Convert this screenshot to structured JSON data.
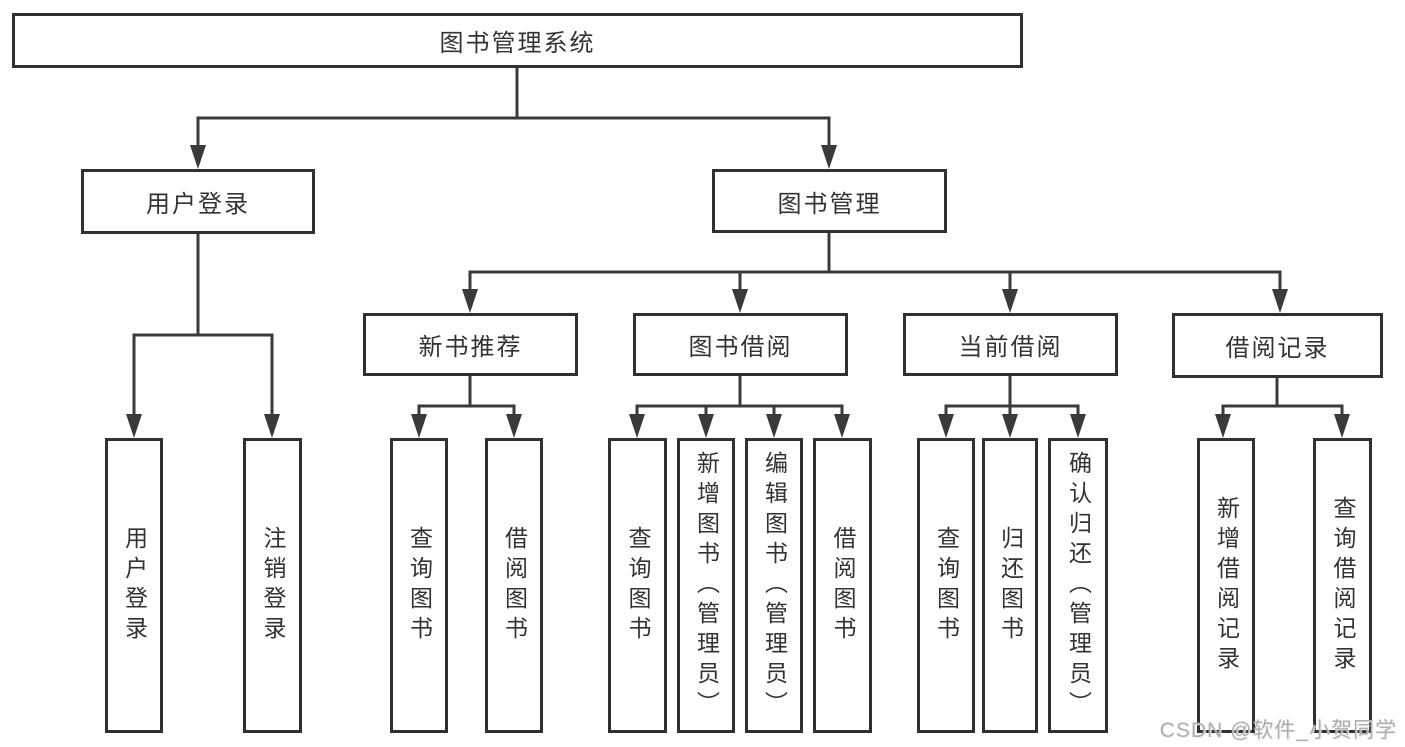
{
  "diagram": {
    "title": "图书管理系统",
    "tree": {
      "label": "图书管理系统",
      "children": [
        {
          "label": "用户登录",
          "children": [
            {
              "label": "用户登录"
            },
            {
              "label": "注销登录"
            }
          ]
        },
        {
          "label": "图书管理",
          "children": [
            {
              "label": "新书推荐",
              "children": [
                {
                  "label": "查询图书"
                },
                {
                  "label": "借阅图书"
                }
              ]
            },
            {
              "label": "图书借阅",
              "children": [
                {
                  "label": "查询图书"
                },
                {
                  "label": "新增图书（管理员）"
                },
                {
                  "label": "编辑图书（管理员）"
                },
                {
                  "label": "借阅图书"
                }
              ]
            },
            {
              "label": "当前借阅",
              "children": [
                {
                  "label": "查询图书"
                },
                {
                  "label": "归还图书"
                },
                {
                  "label": "确认归还（管理员）"
                }
              ]
            },
            {
              "label": "借阅记录",
              "children": [
                {
                  "label": "新增借阅记录"
                },
                {
                  "label": "查询借阅记录"
                }
              ]
            }
          ]
        }
      ]
    },
    "watermark": "CSDN @软件_小贺同学",
    "colors": {
      "line": "#3a3a3a",
      "box_border": "#303030",
      "text": "#333333",
      "watermark": "#aeaeae",
      "background": "#ffffff"
    }
  }
}
